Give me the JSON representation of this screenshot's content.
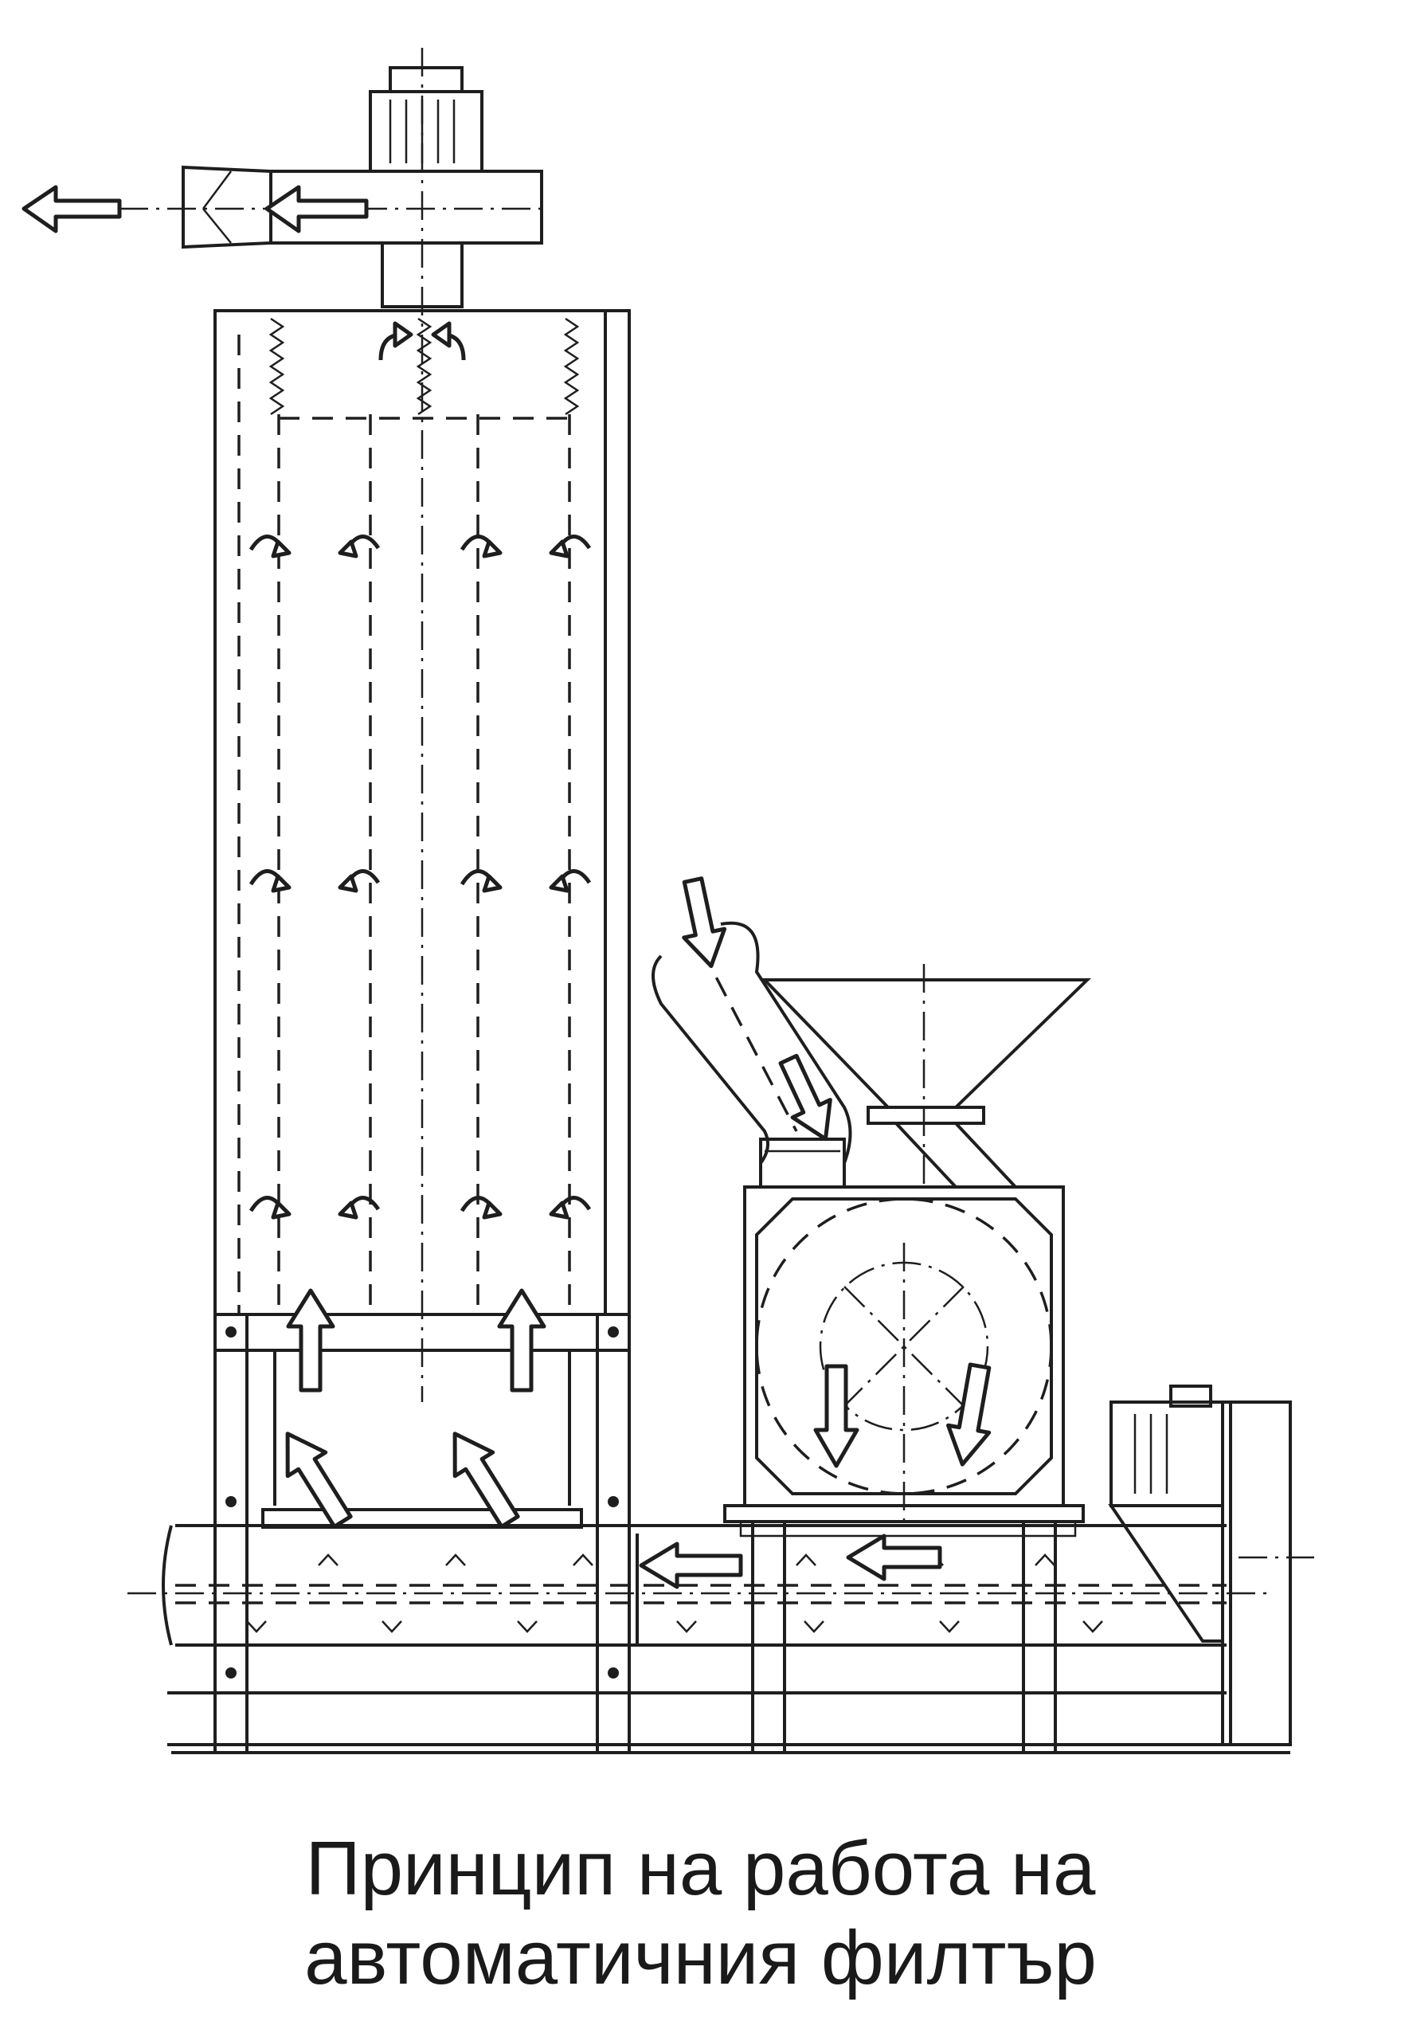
{
  "caption": {
    "line1": "Принцип на работа на",
    "line2": "автоматичния филтър"
  },
  "colors": {
    "line": "#1e1e1e",
    "background": "#ffffff",
    "text": "#1a1a1a"
  },
  "icons": {
    "flow_arrow": "block-arrow",
    "recirculation_arrow": "curved-arrow"
  }
}
